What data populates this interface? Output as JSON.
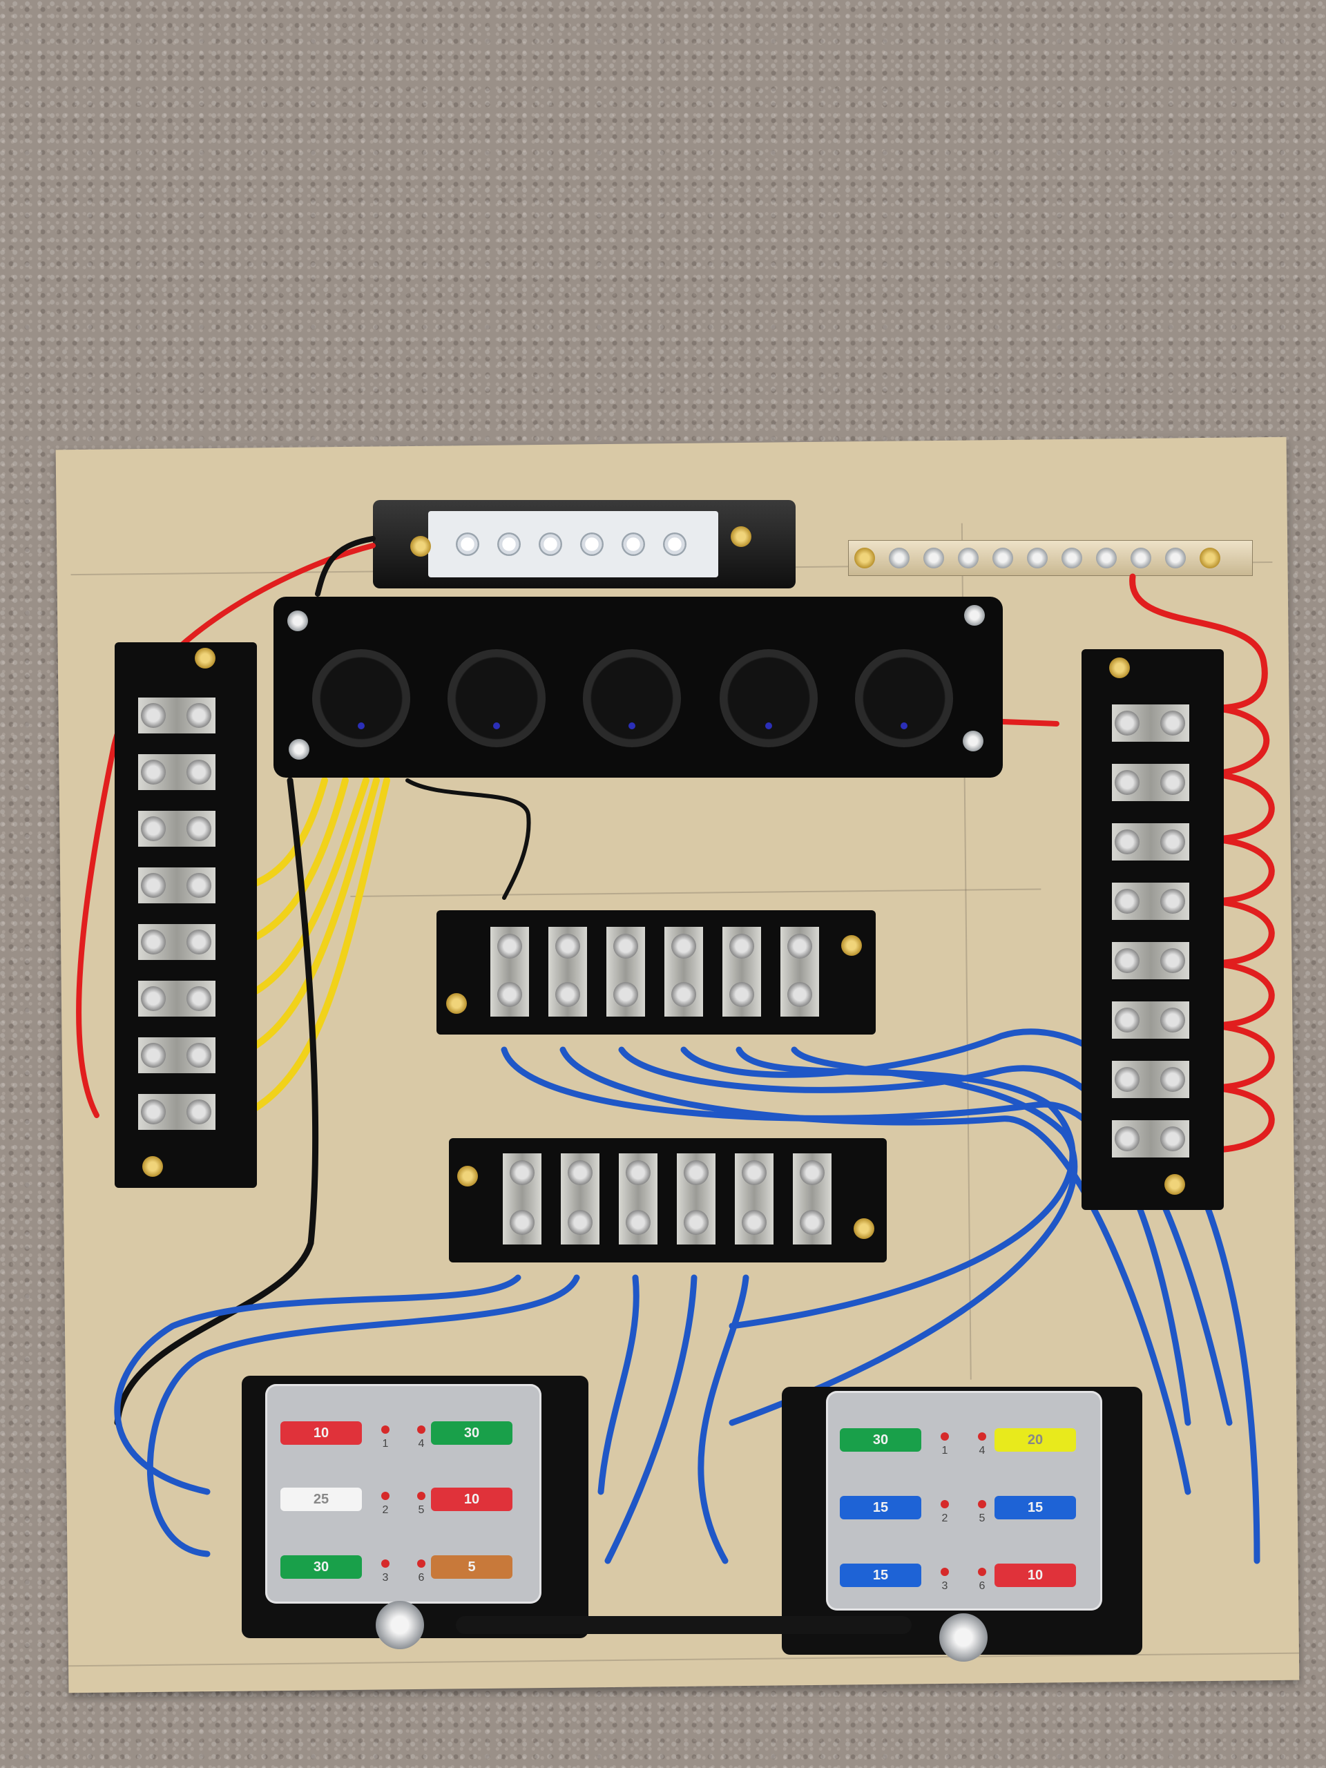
{
  "scene": {
    "colors": {
      "board": "#d9c9a6",
      "wire_red": "#e11e1e",
      "wire_blue": "#1f57c7",
      "wire_yellow": "#f1d21a",
      "wire_black": "#111111"
    },
    "switch_panel": {
      "switch_count": 5
    },
    "left_fuse_block": {
      "slots": [
        {
          "rating": "10",
          "color": "#e0323a",
          "num": "1"
        },
        {
          "rating": "30",
          "color": "#19a04a",
          "num": "4"
        },
        {
          "rating": "25",
          "color": "#f4f4f4",
          "num": "2"
        },
        {
          "rating": "10",
          "color": "#e0323a",
          "num": "5"
        },
        {
          "rating": "30",
          "color": "#19a04a",
          "num": "3"
        },
        {
          "rating": "5",
          "color": "#c8793a",
          "num": "6"
        }
      ]
    },
    "right_fuse_block": {
      "slots": [
        {
          "rating": "30",
          "color": "#19a04a",
          "num": "1"
        },
        {
          "rating": "20",
          "color": "#e8ea1c",
          "num": "4"
        },
        {
          "rating": "15",
          "color": "#1e63d6",
          "num": "2"
        },
        {
          "rating": "15",
          "color": "#1e63d6",
          "num": "5"
        },
        {
          "rating": "15",
          "color": "#1e63d6",
          "num": "3"
        },
        {
          "rating": "10",
          "color": "#e0323a",
          "num": "6"
        }
      ]
    }
  }
}
